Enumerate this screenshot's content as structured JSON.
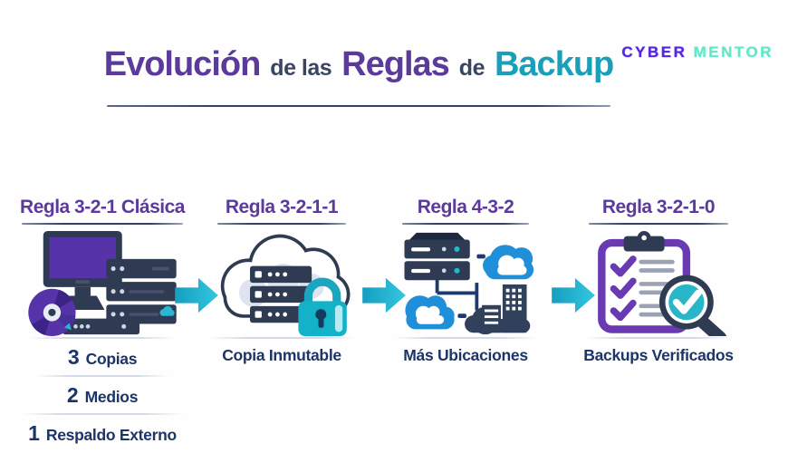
{
  "logo": {
    "brand_primary": "CYBER",
    "brand_secondary": "MENTOR"
  },
  "title": {
    "part1": "Evolución",
    "part2": "de las",
    "part3": "Reglas",
    "part4": "de",
    "part5": "Backup"
  },
  "columns": [
    {
      "heading": "Regla 3-2-1 Clásica",
      "icon": "workstation-servers-disc-icon",
      "items": [
        {
          "num": "3",
          "text": "Copias"
        },
        {
          "num": "2",
          "text": "Medios"
        },
        {
          "num": "1",
          "text": "Respaldo Externo"
        }
      ]
    },
    {
      "heading": "Regla 3-2-1-1",
      "icon": "cloud-server-padlock-icon",
      "caption": "Copia Inmutable"
    },
    {
      "heading": "Regla 4-3-2",
      "icon": "multi-location-network-icon",
      "caption": "Más Ubicaciones"
    },
    {
      "heading": "Regla 3-2-1-0",
      "icon": "checklist-magnifier-icon",
      "caption": "Backups Verificados"
    }
  ],
  "colors": {
    "heading_purple": "#5b3a9c",
    "title_purple": "#5a3a9b",
    "title_navy": "#3a4560",
    "title_teal": "#199fb8",
    "label_navy": "#1c3468",
    "arrow_cyan": "#18aecb",
    "icon_navy": "#2f3b52",
    "icon_screen_purple": "#5633a8",
    "cloud_blue": "#1f8fd9",
    "lock_teal": "#14b2c8",
    "clipboard_purple": "#6a3ab2",
    "logo_purple": "#5627e3",
    "logo_mint": "#5fe9c8"
  }
}
